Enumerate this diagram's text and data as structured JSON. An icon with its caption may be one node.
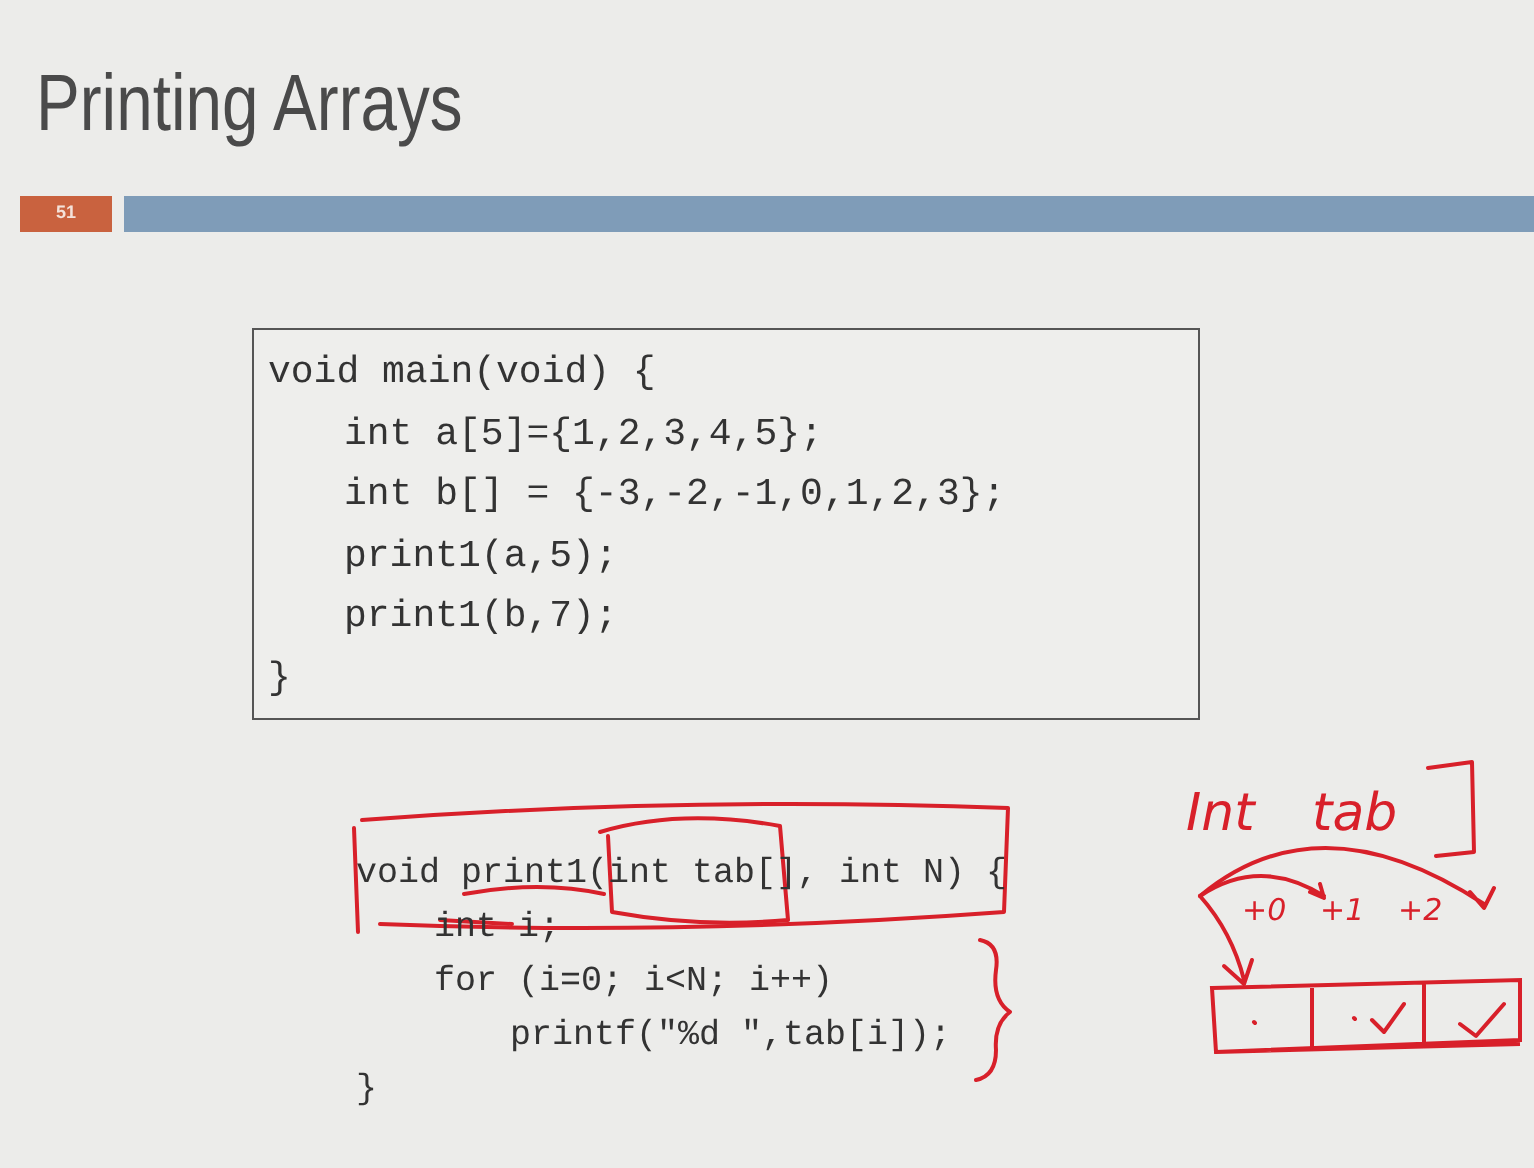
{
  "diagram": {
    "title": "Printing Arrays",
    "nodes": [
      {
        "text": [
          "void main(void) {",
          "int a[5]={1,2,3,4,5};",
          "int b[] = {-3,-2,-1,0,1,2,3};",
          "print1(a,5);",
          "print1(b,7);",
          "}"
        ]
      }
    ],
    "labels": [
      "51",
      "void print1(int tab[], int N) {",
      "int i;",
      "for (i=0; i<N; i++)",
      "printf(\"%d \",tab[i]);",
      "}",
      "Int",
      "tab",
      "+0",
      "+1",
      "+2"
    ]
  }
}
